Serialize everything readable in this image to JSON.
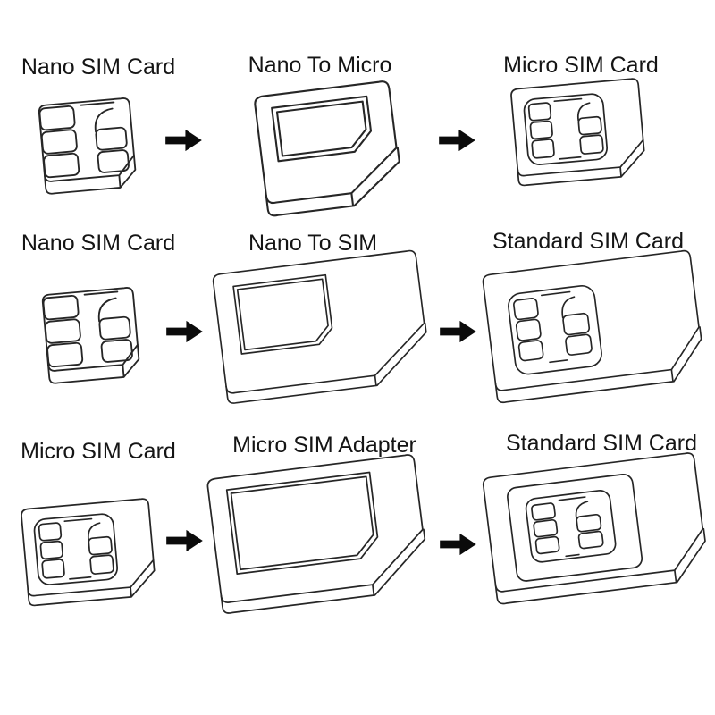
{
  "image": {
    "type": "sim-card-adapter-instruction-diagram",
    "background_color": "#ffffff",
    "line_color": "#262626",
    "arrow_color": "#0b0b0b",
    "text_color": "#151515"
  },
  "rows": [
    {
      "source": {
        "label": "Nano SIM Card",
        "figure": "nano-sim-card"
      },
      "adapter": {
        "label": "Nano To Micro",
        "figure": "nano-to-micro-adapter"
      },
      "result": {
        "label": "Micro SIM Card",
        "figure": "micro-sim-card"
      },
      "arrow": "right-arrow"
    },
    {
      "source": {
        "label": "Nano SIM Card",
        "figure": "nano-sim-card"
      },
      "adapter": {
        "label": "Nano To SIM",
        "figure": "nano-to-sim-adapter"
      },
      "result": {
        "label": "Standard SIM Card",
        "figure": "standard-sim-card"
      },
      "arrow": "right-arrow"
    },
    {
      "source": {
        "label": "Micro SIM Card",
        "figure": "micro-sim-card"
      },
      "adapter": {
        "label": "Micro SIM Adapter",
        "figure": "micro-sim-adapter"
      },
      "result": {
        "label": "Standard SIM Card",
        "figure": "standard-sim-card-with-micro-outline"
      },
      "arrow": "right-arrow"
    }
  ]
}
